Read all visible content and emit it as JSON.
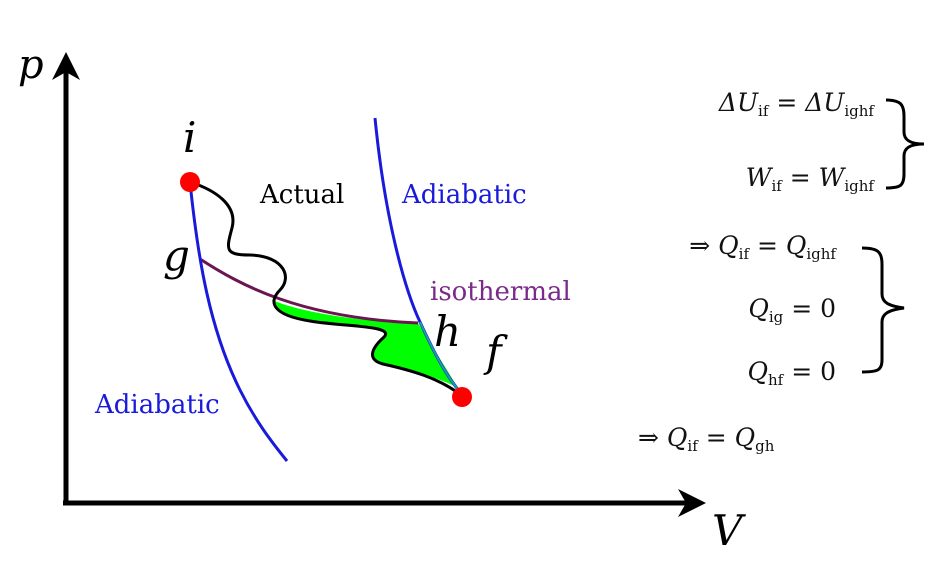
{
  "axes": {
    "y_label": "p",
    "x_label": "V"
  },
  "points": {
    "i": "i",
    "g": "g",
    "h": "h",
    "f": "f"
  },
  "curve_labels": {
    "actual": "Actual",
    "adiabatic_right": "Adiabatic",
    "adiabatic_left": "Adiabatic",
    "isothermal": "isothermal"
  },
  "equations": {
    "eq1": {
      "lhs_base": "ΔU",
      "lhs_sub": "if",
      "rhs_base": "ΔU",
      "rhs_sub": "ighf"
    },
    "eq2": {
      "lhs_base": "W",
      "lhs_sub": "if",
      "rhs_base": "W",
      "rhs_sub": "ighf"
    },
    "eq3": {
      "prefix": "⇒",
      "lhs_base": "Q",
      "lhs_sub": "if",
      "rhs_base": "Q",
      "rhs_sub": "ighf"
    },
    "eq4": {
      "lhs_base": "Q",
      "lhs_sub": "ig",
      "rhs": "0"
    },
    "eq5": {
      "lhs_base": "Q",
      "lhs_sub": "hf",
      "rhs": "0"
    },
    "eq6": {
      "prefix": "⇒",
      "lhs_base": "Q",
      "lhs_sub": "if",
      "rhs_base": "Q",
      "rhs_sub": "gh"
    }
  },
  "colors": {
    "axis": "#000000",
    "adiabatic": "#1a1adb",
    "isothermal": "#6b1650",
    "isothermal_label": "#7a2a8a",
    "actual": "#000000",
    "fill": "#00ff00",
    "point": "#ff0000"
  }
}
